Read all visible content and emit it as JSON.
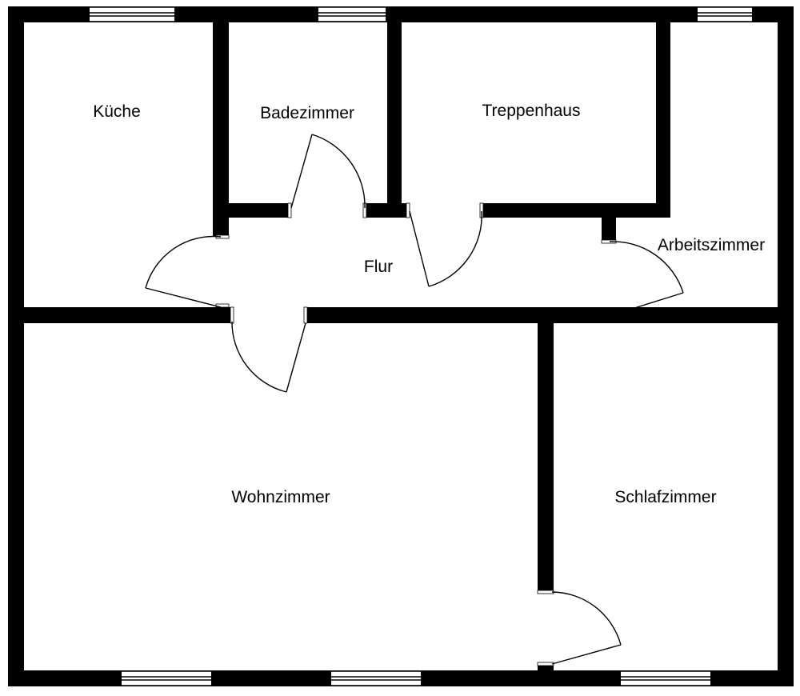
{
  "plan": {
    "rooms": {
      "kueche": "Küche",
      "badezimmer": "Badezimmer",
      "treppenhaus": "Treppenhaus",
      "arbeitszimmer": "Arbeitszimmer",
      "flur": "Flur",
      "wohnzimmer": "Wohnzimmer",
      "schlafzimmer": "Schlafzimmer"
    },
    "colors": {
      "wall": "#000000",
      "background": "#ffffff"
    }
  }
}
